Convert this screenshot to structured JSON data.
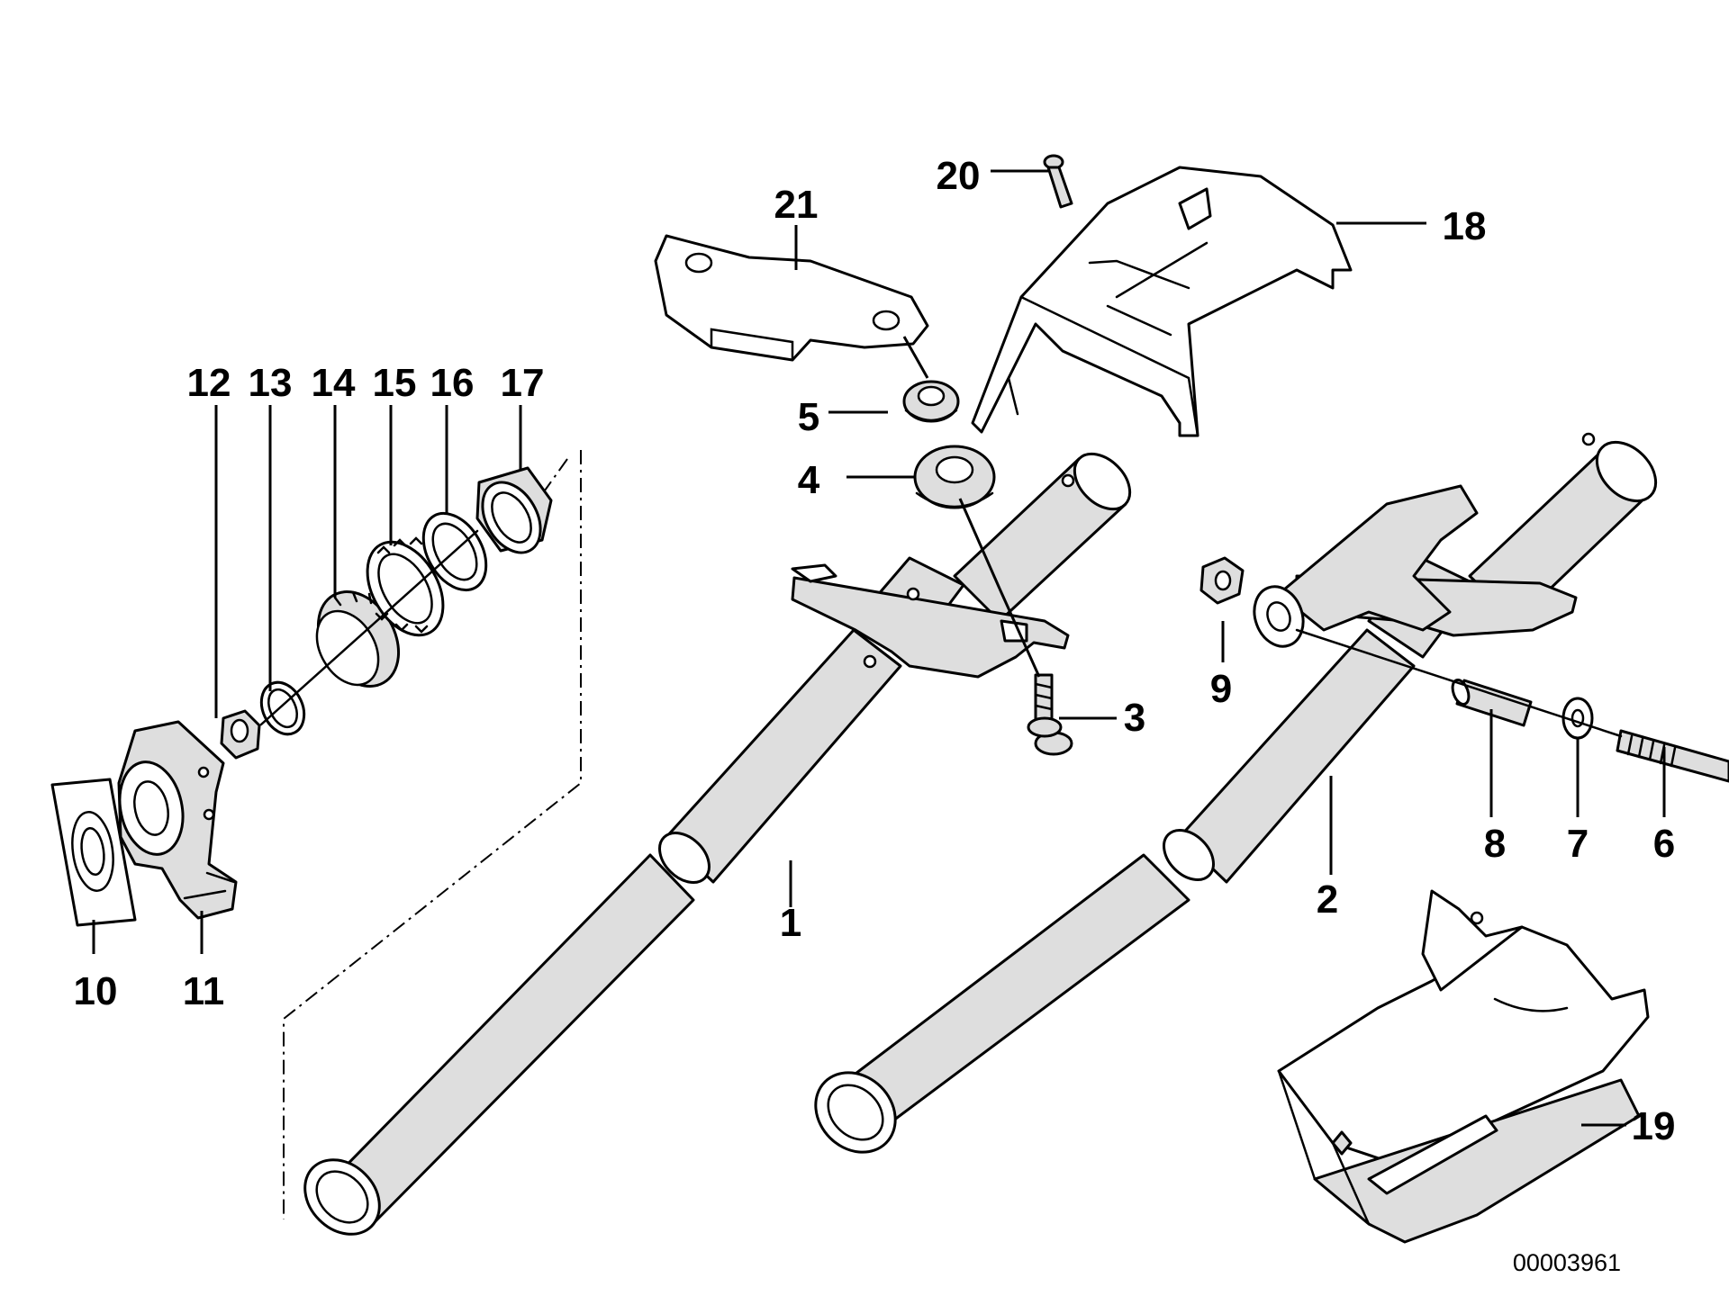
{
  "callouts": {
    "c1": "1",
    "c2": "2",
    "c3": "3",
    "c4": "4",
    "c5": "5",
    "c6": "6",
    "c7": "7",
    "c8": "8",
    "c9": "9",
    "c10": "10",
    "c11": "11",
    "c12": "12",
    "c13": "13",
    "c14": "14",
    "c15": "15",
    "c16": "16",
    "c17": "17",
    "c18": "18",
    "c19": "19",
    "c20": "20",
    "c21": "21"
  },
  "document_number": "00003961"
}
